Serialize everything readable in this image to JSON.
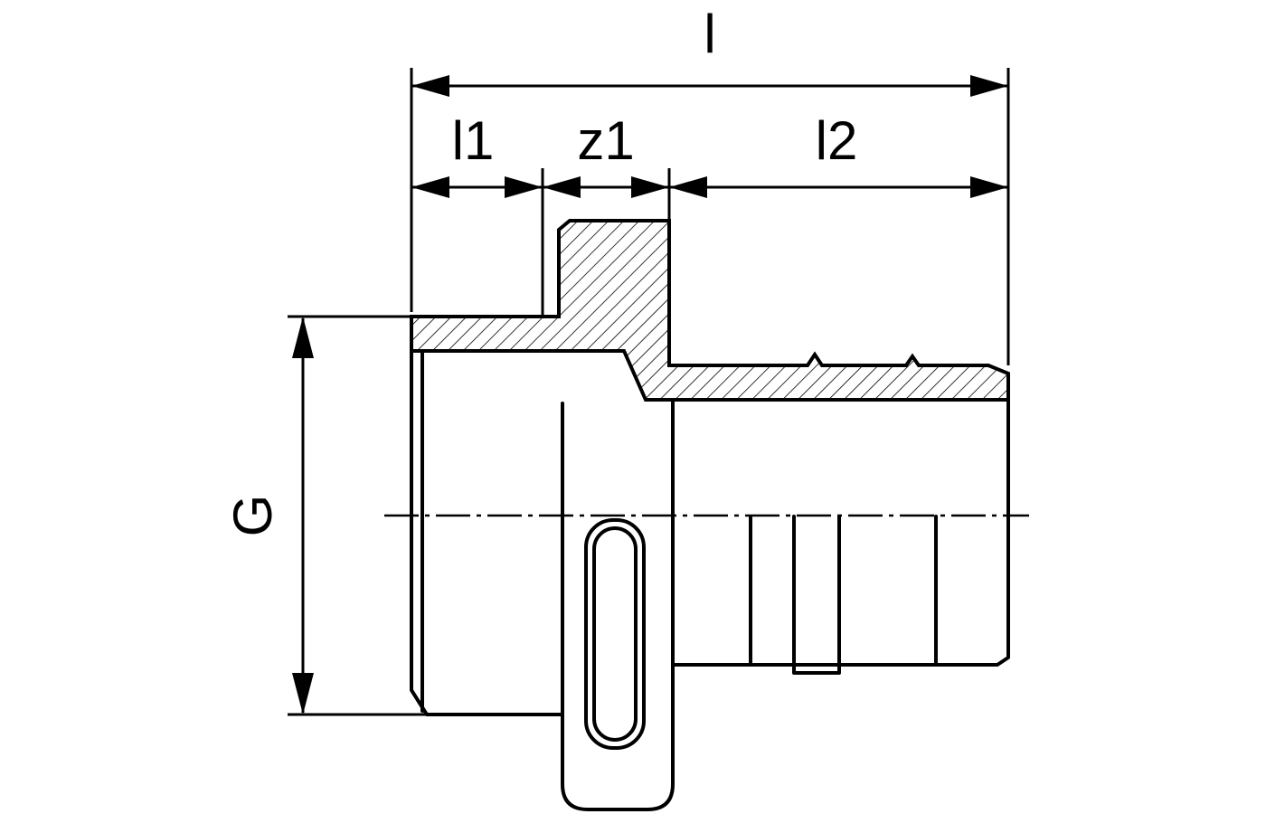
{
  "drawing": {
    "background_color": "#ffffff",
    "line_color": "#000000"
  },
  "dimensions": {
    "l": {
      "label": "l"
    },
    "l1": {
      "label": "l1"
    },
    "z1": {
      "label": "z1"
    },
    "l2": {
      "label": "l2"
    },
    "g": {
      "label": "G"
    }
  }
}
